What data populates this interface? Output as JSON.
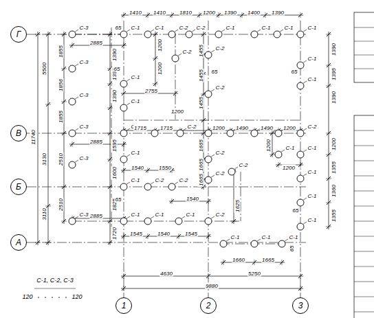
{
  "diagram": {
    "nodes": [
      {
        "text": [
          "Г"
        ]
      },
      {
        "text": [
          "В"
        ]
      },
      {
        "text": [
          "Б"
        ]
      },
      {
        "text": [
          "А"
        ]
      },
      {
        "text": [
          "1"
        ]
      },
      {
        "text": [
          "2"
        ]
      },
      {
        "text": [
          "3"
        ]
      }
    ],
    "labels": [
      "С-3",
      "С-3",
      "С-3",
      "С-3",
      "С-3",
      "С-3",
      "С-1",
      "С-1",
      "С-1",
      "С-2",
      "С-1",
      "С-1",
      "С-1",
      "С-1",
      "С-2",
      "С-2",
      "С-1",
      "С-1",
      "С-1",
      "С-1",
      "С-2",
      "С-2",
      "С-2",
      "С-2",
      "С-2",
      "С-2",
      "С-2",
      "С-2",
      "С-2",
      "С-2",
      "С-2",
      "С-2",
      "С-2",
      "С-2",
      "С-2",
      "С-1",
      "С-1",
      "С-2",
      "С-1",
      "С-1",
      "С-1",
      "С-1",
      "С-1",
      "С-1",
      "С-1",
      "С-1",
      "С-1",
      "С-1",
      "1410",
      "1410",
      "1810",
      "1200",
      "1390",
      "1400",
      "1390",
      "5500",
      "11740",
      "3130",
      "3110",
      "1855",
      "1856",
      "1855",
      "2510",
      "2510",
      "2885",
      "2885",
      "2885",
      "1390",
      "1395",
      "1390",
      "1595",
      "1600",
      "1825",
      "1720",
      "65",
      "65",
      "65",
      "65",
      "65",
      "65",
      "65",
      "2755",
      "1200",
      "1200",
      "1455",
      "1455",
      "1455",
      "1200",
      "1715",
      "1715",
      "1665",
      "1665",
      "1665",
      "1200",
      "1490",
      "1490",
      "1200",
      "1200",
      "1200",
      "1390",
      "1395",
      "1390",
      "1200",
      "1355",
      "1360",
      "1355",
      "1540",
      "1550",
      "1540",
      "1625",
      "1545",
      "1540",
      "1545",
      "1660",
      "1665",
      "4630",
      "5250",
      "9880",
      "С-1, С-2, С-3",
      "120",
      "120"
    ]
  }
}
